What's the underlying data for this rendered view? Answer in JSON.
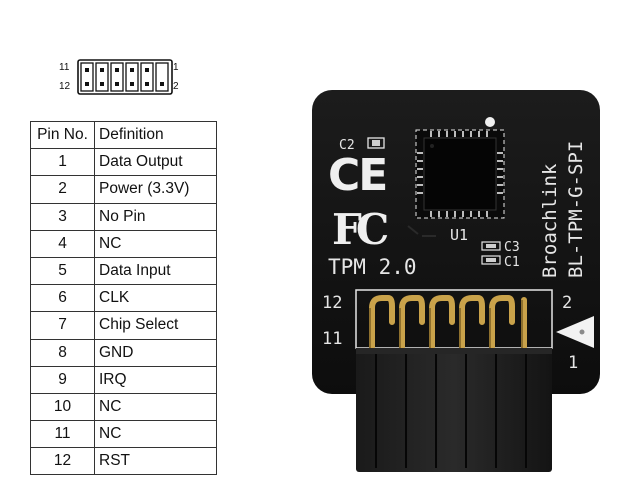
{
  "header_diagram": {
    "top_left_label": "11",
    "bottom_left_label": "12",
    "top_right_label": "1",
    "bottom_right_label": "2"
  },
  "pin_table": {
    "columns": [
      "Pin No.",
      "Definition"
    ],
    "rows": [
      {
        "pin": "1",
        "definition": "Data Output"
      },
      {
        "pin": "2",
        "definition": "Power (3.3V)"
      },
      {
        "pin": "3",
        "definition": "No Pin"
      },
      {
        "pin": "4",
        "definition": "NC"
      },
      {
        "pin": "5",
        "definition": "Data Input"
      },
      {
        "pin": "6",
        "definition": "CLK"
      },
      {
        "pin": "7",
        "definition": "Chip Select"
      },
      {
        "pin": "8",
        "definition": "GND"
      },
      {
        "pin": "9",
        "definition": "IRQ"
      },
      {
        "pin": "10",
        "definition": "NC"
      },
      {
        "pin": "11",
        "definition": "NC"
      },
      {
        "pin": "12",
        "definition": "RST"
      }
    ]
  },
  "module_photo": {
    "ce_mark": "CE",
    "fcc_mark": "FC",
    "label_tpm": "TPM 2.0",
    "label_c2": "C2",
    "label_u1": "U1",
    "label_c3": "C3",
    "label_c1": "C1",
    "brand": "Broachlink",
    "model": "BL-TPM-G-SPI",
    "pin_label_12": "12",
    "pin_label_11": "11",
    "pin_label_2": "2",
    "pin_label_1": "1",
    "colors": {
      "board": "#121212",
      "silkscreen": "#e6e6e6",
      "pins": "#c9a24a"
    }
  }
}
